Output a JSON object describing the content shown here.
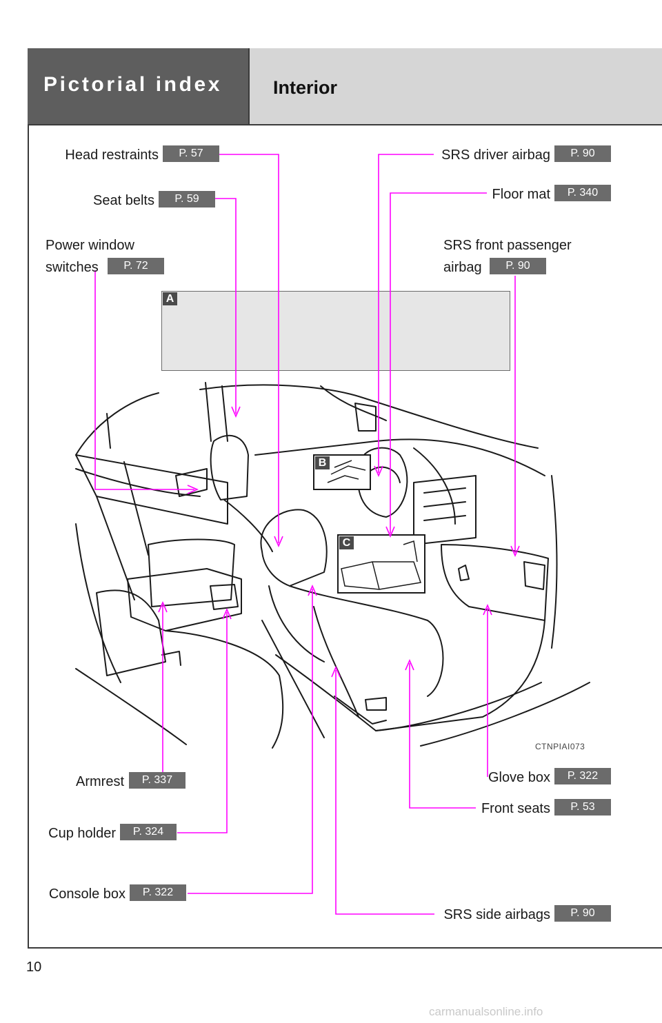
{
  "header": {
    "section": "Pictorial index",
    "subsection": "Interior"
  },
  "callouts": {
    "head_restraints": {
      "label": "Head restraints",
      "page": "P. 57"
    },
    "seat_belts": {
      "label": "Seat belts",
      "page": "P. 59"
    },
    "power_window_line1": "Power window",
    "power_window_line2": "switches",
    "power_window_page": "P. 72",
    "srs_driver_airbag": {
      "label": "SRS driver airbag",
      "page": "P. 90"
    },
    "floor_mat": {
      "label": "Floor mat",
      "page": "P. 340"
    },
    "srs_front_passenger_line1": "SRS front passenger",
    "srs_front_passenger_line2": "airbag",
    "srs_front_passenger_page": "P. 90",
    "armrest": {
      "label": "Armrest",
      "page": "P. 337"
    },
    "cup_holder": {
      "label": "Cup holder",
      "page": "P. 324"
    },
    "console_box": {
      "label": "Console box",
      "page": "P. 322"
    },
    "glove_box": {
      "label": "Glove box",
      "page": "P. 322"
    },
    "front_seats": {
      "label": "Front seats",
      "page": "P. 53"
    },
    "srs_side_airbags": {
      "label": "SRS side airbags",
      "page": "P. 90"
    }
  },
  "insets": {
    "a": "A",
    "b": "B",
    "c": "C"
  },
  "figure_code": "CTNPIAI073",
  "page_number": "10",
  "watermark": "carmanualsonline.info",
  "colors": {
    "leader": "#ff00ff",
    "header_dark": "#5e5e5e",
    "header_light": "#d6d6d6",
    "page_badge": "#6b6b6b"
  }
}
